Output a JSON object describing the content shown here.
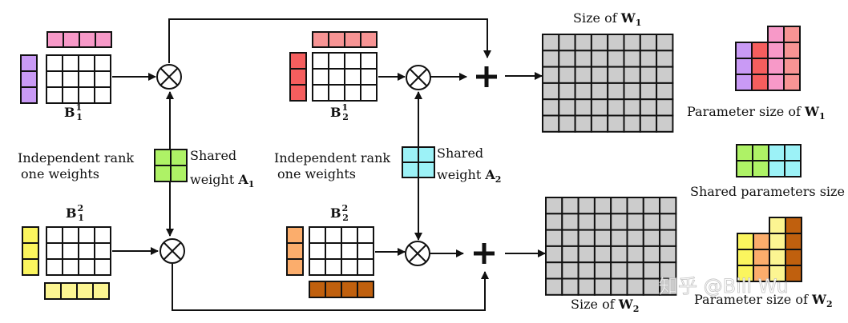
{
  "colors": {
    "b11_left": "#c99af5",
    "b11_top": "#f799c8",
    "b21_left": "#f55e5e",
    "b21_top": "#f79494",
    "b12_left": "#fbf55e",
    "b12_bottom": "#fcf592",
    "b22_left": "#fbad6c",
    "b22_bottom": "#c0600e",
    "a1": "#aef266",
    "a2": "#9cf2f7",
    "w_grid": "#cccccc",
    "matrix_white": "#ffffff",
    "stroke": "#111111"
  },
  "blocks": {
    "b11": {
      "base": "B",
      "sub": "1",
      "sup": "1"
    },
    "b21": {
      "base": "B",
      "sub": "2",
      "sup": "1"
    },
    "b12": {
      "base": "B",
      "sub": "1",
      "sup": "2"
    },
    "b22": {
      "base": "B",
      "sub": "2",
      "sup": "2"
    }
  },
  "labels": {
    "independent_line1": "Independent rank",
    "independent_line2": "one weights",
    "shared_line1": "Shared",
    "shared_line2": "weight",
    "a1_base": "A",
    "a1_sub": "1",
    "a2_base": "A",
    "a2_sub": "2",
    "size_of": "Size of",
    "w_base": "W",
    "w1_sub": "1",
    "w2_sub": "2",
    "param_size_of": "Parameter size of",
    "shared_params": "Shared parameters size",
    "multiply_symbol": "×",
    "plus_symbol": "+"
  },
  "watermark": "知乎 @Bill Wu"
}
